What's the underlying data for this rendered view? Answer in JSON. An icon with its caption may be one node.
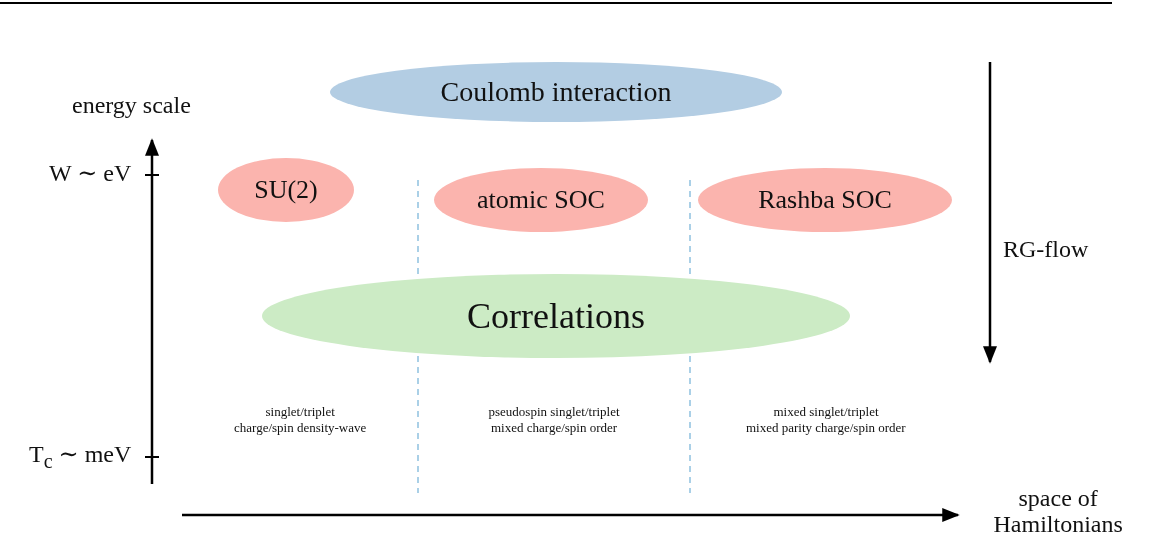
{
  "diagram": {
    "nodes": [
      {
        "text": [
          "Coulomb interaction"
        ]
      },
      {
        "text": [
          "SU(2)"
        ]
      },
      {
        "text": [
          "atomic SOC"
        ]
      },
      {
        "text": [
          "Rashba SOC"
        ]
      },
      {
        "text": [
          "Correlations"
        ]
      }
    ],
    "edges": [],
    "labels": [
      "energy scale",
      "W ∼ eV",
      "T$_{c}$ ∼ meV",
      "RG-flow",
      "space of Hamiltonians",
      "singlet/triplet",
      "charge/spin density-wave",
      "pseudospin singlet/triplet",
      "mixed charge/spin order",
      "mixed singlet/triplet",
      "mixed parity charge/spin order"
    ]
  }
}
